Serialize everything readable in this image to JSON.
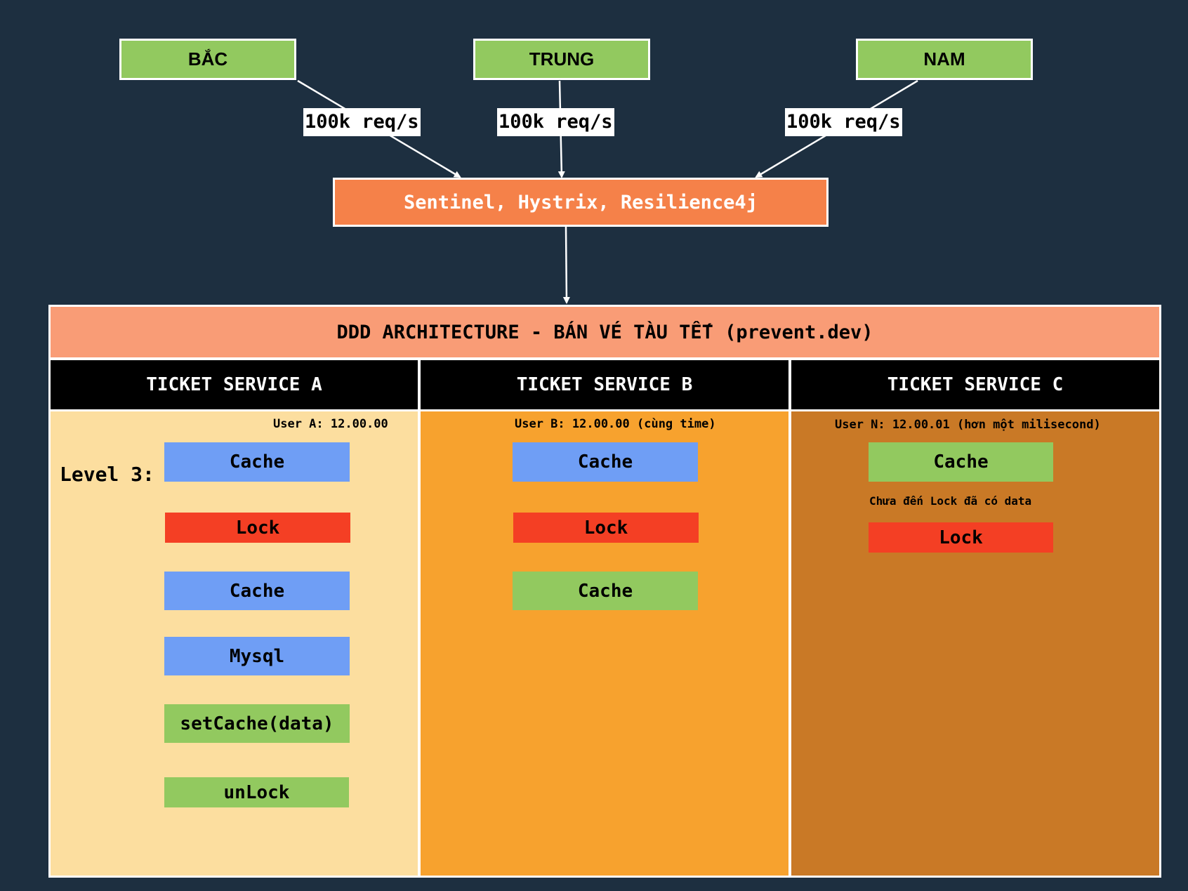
{
  "regions": [
    {
      "label": "BẮC"
    },
    {
      "label": "TRUNG"
    },
    {
      "label": "NAM"
    }
  ],
  "traffic_labels": [
    "100k req/s",
    "100k req/s",
    "100k req/s"
  ],
  "gateway": {
    "label": "Sentinel, Hystrix, Resilience4j"
  },
  "architecture": {
    "title": "DDD ARCHITECTURE - BÁN VÉ TÀU TẾT (prevent.dev)"
  },
  "level_label": "Level 3:",
  "services": [
    {
      "title": "TICKET SERVICE A",
      "user_note": "User A: 12.00.00",
      "steps": [
        "Cache",
        "Lock",
        "Cache",
        "Mysql",
        "setCache(data)",
        "unLock"
      ]
    },
    {
      "title": "TICKET SERVICE B",
      "user_note": "User B: 12.00.00 (cùng time)",
      "steps": [
        "Cache",
        "Lock",
        "Cache"
      ]
    },
    {
      "title": "TICKET SERVICE C",
      "user_note": "User N: 12.00.01 (hơn một milisecond)",
      "steps": [
        "Cache",
        "Lock"
      ],
      "note": "Chưa đến Lock đã có data"
    }
  ],
  "colors": {
    "background": "#1d2f40",
    "region_green": "#92c95f",
    "gateway_orange": "#f58149",
    "header_salmon": "#f99c76",
    "panel_a": "#fcde9f",
    "panel_b": "#f7a22e",
    "panel_c": "#c97926",
    "cache_blue": "#6f9ef5",
    "lock_red": "#f43f24",
    "success_green": "#92c95f",
    "arrow_red": "#f43f24",
    "arrow_green": "#92c95f"
  }
}
